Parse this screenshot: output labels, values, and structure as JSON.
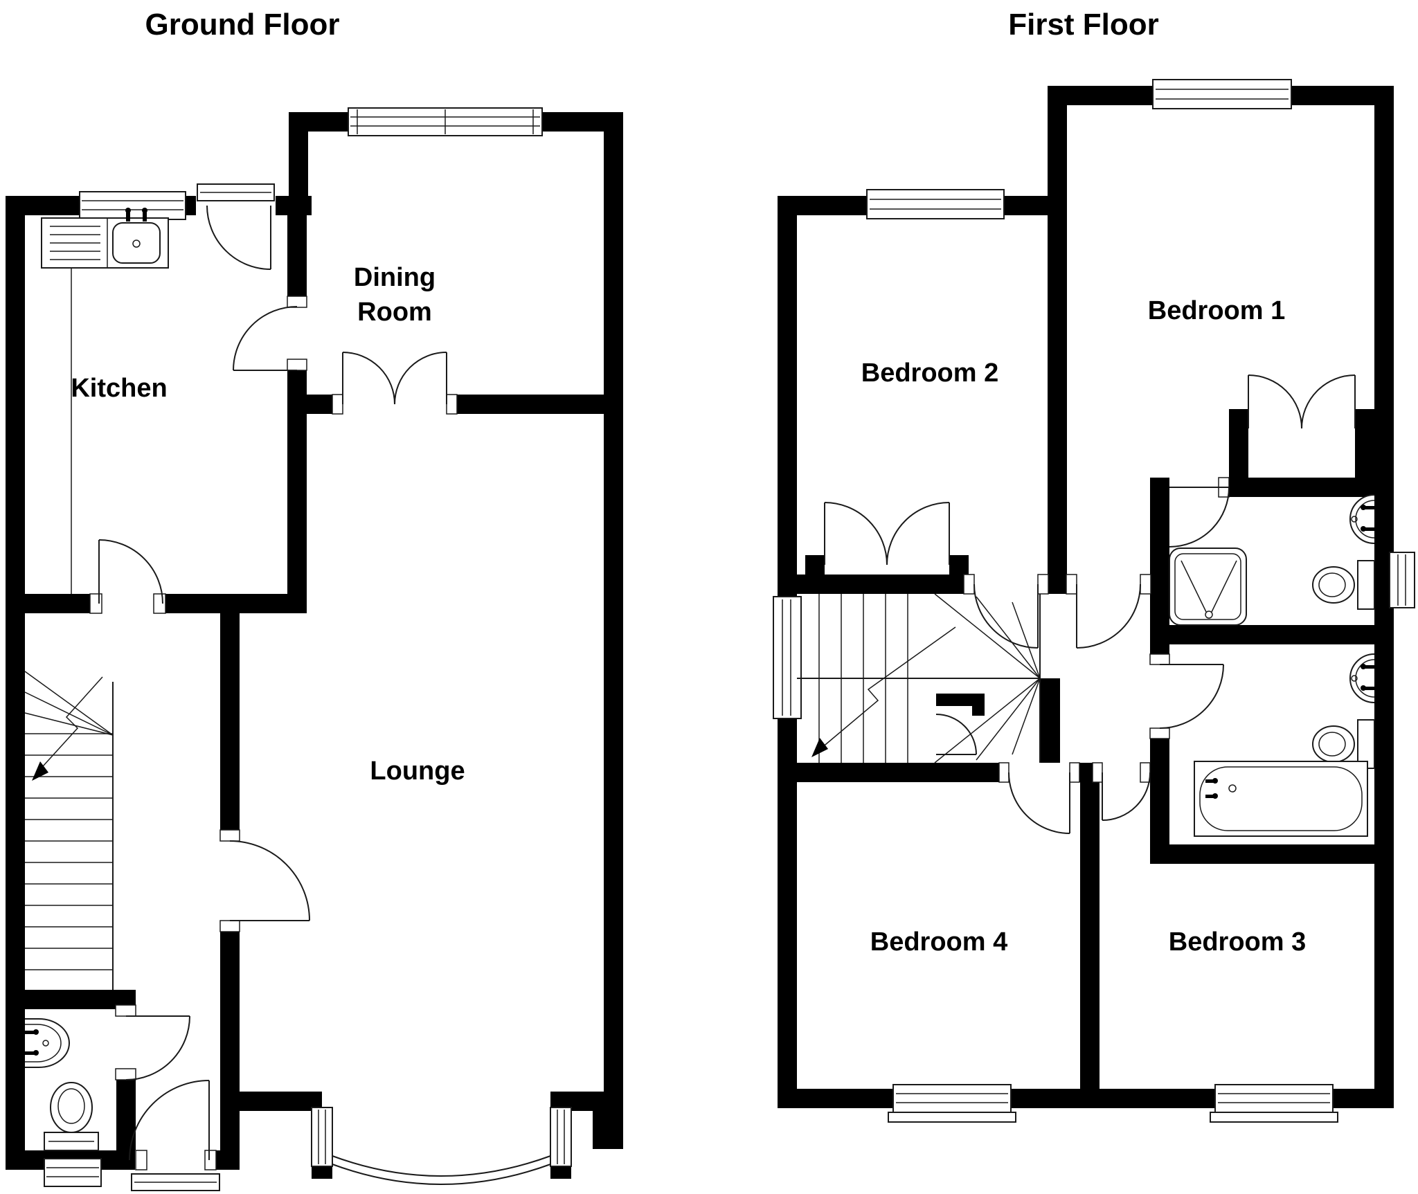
{
  "page": {
    "background": "#ffffff"
  },
  "colors": {
    "wall": "#000000",
    "line": "#1a1a1a",
    "text": "#000000"
  },
  "ground_floor": {
    "title": "Ground Floor",
    "rooms": {
      "kitchen": "Kitchen",
      "dining_room_line1": "Dining",
      "dining_room_line2": "Room",
      "lounge": "Lounge"
    }
  },
  "first_floor": {
    "title": "First Floor",
    "rooms": {
      "bedroom1": "Bedroom 1",
      "bedroom2": "Bedroom 2",
      "bedroom3": "Bedroom 3",
      "bedroom4": "Bedroom 4"
    }
  }
}
